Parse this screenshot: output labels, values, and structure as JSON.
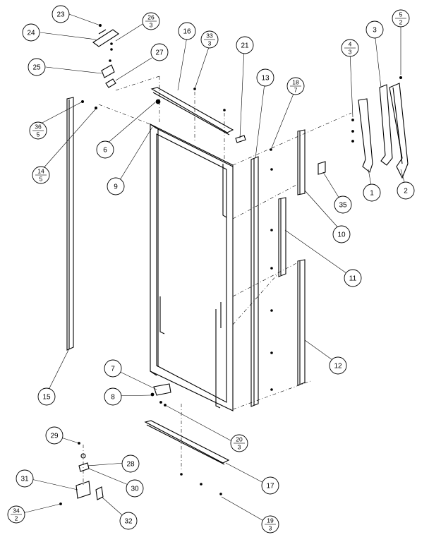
{
  "callouts": [
    {
      "id": "c23",
      "text": "23"
    },
    {
      "id": "c26",
      "num": "26",
      "den": "3"
    },
    {
      "id": "c24",
      "text": "24"
    },
    {
      "id": "c25",
      "text": "25"
    },
    {
      "id": "c27",
      "text": "27"
    },
    {
      "id": "c16",
      "text": "16"
    },
    {
      "id": "c33",
      "num": "33",
      "den": "3"
    },
    {
      "id": "c21",
      "text": "21"
    },
    {
      "id": "c13",
      "text": "13"
    },
    {
      "id": "c18",
      "num": "18",
      "den": "7"
    },
    {
      "id": "c4",
      "num": "4",
      "den": "3"
    },
    {
      "id": "c3",
      "text": "3"
    },
    {
      "id": "c5",
      "num": "5",
      "den": "2"
    },
    {
      "id": "c36",
      "num": "36",
      "den": "5"
    },
    {
      "id": "c14",
      "num": "14",
      "den": "5"
    },
    {
      "id": "c6",
      "text": "6"
    },
    {
      "id": "c9",
      "text": "9"
    },
    {
      "id": "c1",
      "text": "1"
    },
    {
      "id": "c2",
      "text": "2"
    },
    {
      "id": "c35",
      "text": "35"
    },
    {
      "id": "c10",
      "text": "10"
    },
    {
      "id": "c11",
      "text": "11"
    },
    {
      "id": "c12",
      "text": "12"
    },
    {
      "id": "c15",
      "text": "15"
    },
    {
      "id": "c7",
      "text": "7"
    },
    {
      "id": "c8",
      "text": "8"
    },
    {
      "id": "c20",
      "num": "20",
      "den": "3"
    },
    {
      "id": "c17",
      "text": "17"
    },
    {
      "id": "c29",
      "text": "29"
    },
    {
      "id": "c28",
      "text": "28"
    },
    {
      "id": "c30",
      "text": "30"
    },
    {
      "id": "c31",
      "text": "31"
    },
    {
      "id": "c34",
      "num": "34",
      "den": "2"
    },
    {
      "id": "c32",
      "text": "32"
    },
    {
      "id": "c19",
      "num": "19",
      "den": "3"
    }
  ]
}
